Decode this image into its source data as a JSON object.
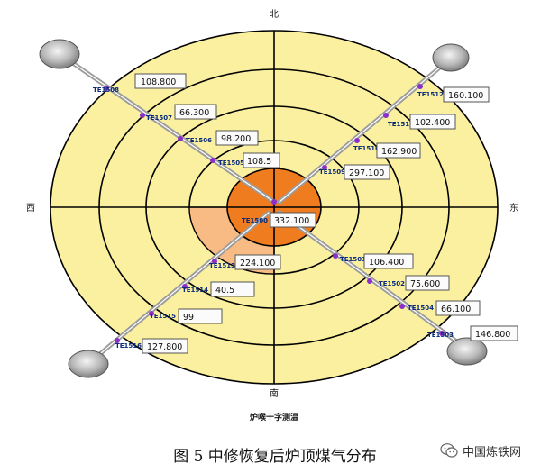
{
  "directions": {
    "north": "北",
    "south": "南",
    "east": "东",
    "west": "西"
  },
  "diagram_label": "炉喉十字测温",
  "caption": "图 5 中修恢复后炉顶煤气分布",
  "watermark": "中国炼铁网",
  "colors": {
    "zone_fill": "#FAF0A0",
    "center_fill": "#F07C20",
    "warm_sector": "#F8BB84",
    "ring_stroke": "#000000",
    "arm_stroke": "#9C9C9C",
    "sensor_dot": "#8B2FC9",
    "sensor_label": "#0A2A7A"
  },
  "sensors": [
    {
      "id": "TE1508",
      "value": "108.800"
    },
    {
      "id": "TE1507",
      "value": "66.300"
    },
    {
      "id": "TE1506",
      "value": "98.200"
    },
    {
      "id": "TE1505",
      "value": "108.5"
    },
    {
      "id": "TE1500",
      "value": "332.100"
    },
    {
      "id": "TE1512",
      "value": "160.100"
    },
    {
      "id": "TE1511",
      "value": "102.400"
    },
    {
      "id": "TE1510",
      "value": "162.900"
    },
    {
      "id": "TE1509",
      "value": "297.100"
    },
    {
      "id": "TE1501",
      "value": "106.400"
    },
    {
      "id": "TE1502",
      "value": "75.600"
    },
    {
      "id": "TE1504",
      "value": "66.100"
    },
    {
      "id": "TE1503",
      "value": "146.800"
    },
    {
      "id": "TE1513",
      "value": "224.100"
    },
    {
      "id": "TE1514",
      "value": "40.5"
    },
    {
      "id": "TE1515",
      "value": "99"
    },
    {
      "id": "TE1516",
      "value": "127.800"
    }
  ]
}
